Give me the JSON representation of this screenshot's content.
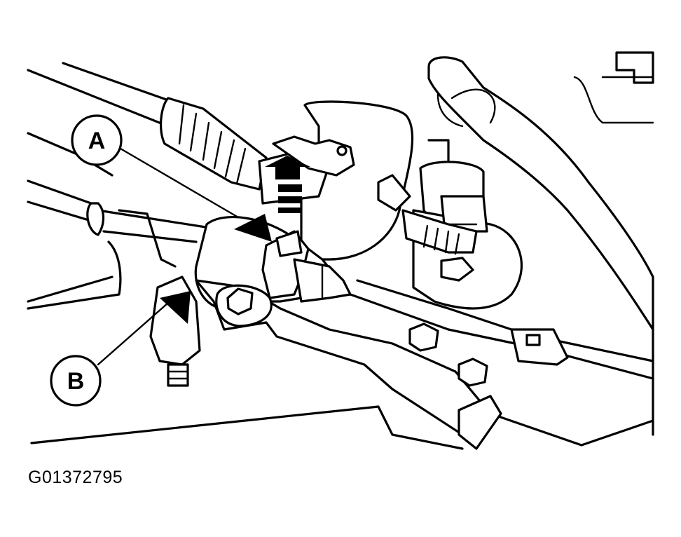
{
  "callouts": {
    "a": "A",
    "b": "B"
  },
  "figure_id": "G01372795",
  "colors": {
    "line": "#000000",
    "background": "#ffffff"
  }
}
